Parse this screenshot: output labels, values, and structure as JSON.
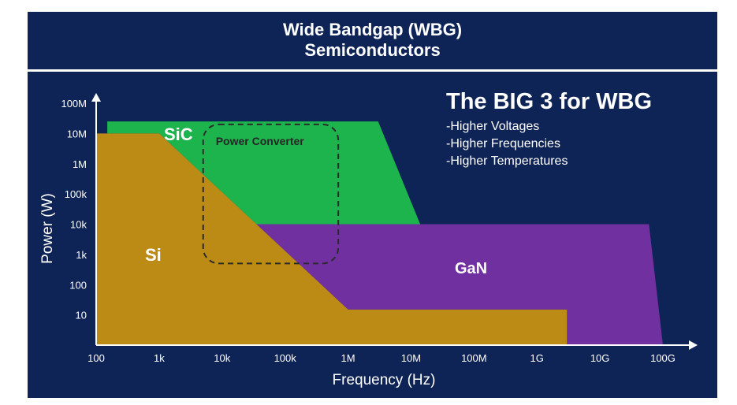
{
  "header": {
    "line1": "Wide Bandgap (WBG)",
    "line2": "Semiconductors"
  },
  "big3": {
    "title": "The BIG 3 for WBG",
    "items": [
      "-Higher Voltages",
      "-Higher Frequencies",
      "-Higher Temperatures"
    ]
  },
  "colors": {
    "background": "#0f2456",
    "si": "#bb8b16",
    "sic": "#1db34d",
    "gan": "#7030a0",
    "text": "#ffffff"
  },
  "chart_data": {
    "type": "area",
    "xlabel": "Frequency (Hz)",
    "ylabel": "Power (W)",
    "x_ticks": [
      "100",
      "1k",
      "10k",
      "100k",
      "1M",
      "10M",
      "100M",
      "1G",
      "10G",
      "100G"
    ],
    "y_ticks": [
      "10",
      "100",
      "1k",
      "10k",
      "100k",
      "1M",
      "10M",
      "100M"
    ],
    "x_scale": "log",
    "y_scale": "log",
    "xlim": [
      100,
      100000000000
    ],
    "ylim": [
      1,
      100000000
    ],
    "regions": [
      {
        "name": "Si",
        "color": "#bb8b16",
        "points": [
          [
            100,
            1
          ],
          [
            100,
            10000000
          ],
          [
            1000,
            10000000
          ],
          [
            1000000,
            15
          ],
          [
            3000000000,
            15
          ],
          [
            3000000000,
            1
          ]
        ]
      },
      {
        "name": "SiC",
        "color": "#1db34d",
        "points": [
          [
            150,
            10000000
          ],
          [
            150,
            25000000
          ],
          [
            3000000,
            25000000
          ],
          [
            14000000,
            10000
          ],
          [
            35000,
            10000
          ],
          [
            1000,
            10000000
          ]
        ]
      },
      {
        "name": "GaN",
        "color": "#7030a0",
        "points": [
          [
            35000,
            10000
          ],
          [
            60000000000,
            10000
          ],
          [
            100000000000,
            1
          ],
          [
            3000000000,
            1
          ],
          [
            3000000000,
            15
          ],
          [
            1000000,
            15
          ]
        ]
      }
    ],
    "annotation": {
      "label": "Power Converter",
      "x_range": [
        5000,
        700000
      ],
      "y_range": [
        500,
        20000000
      ],
      "style": "dashed rounded box"
    }
  }
}
